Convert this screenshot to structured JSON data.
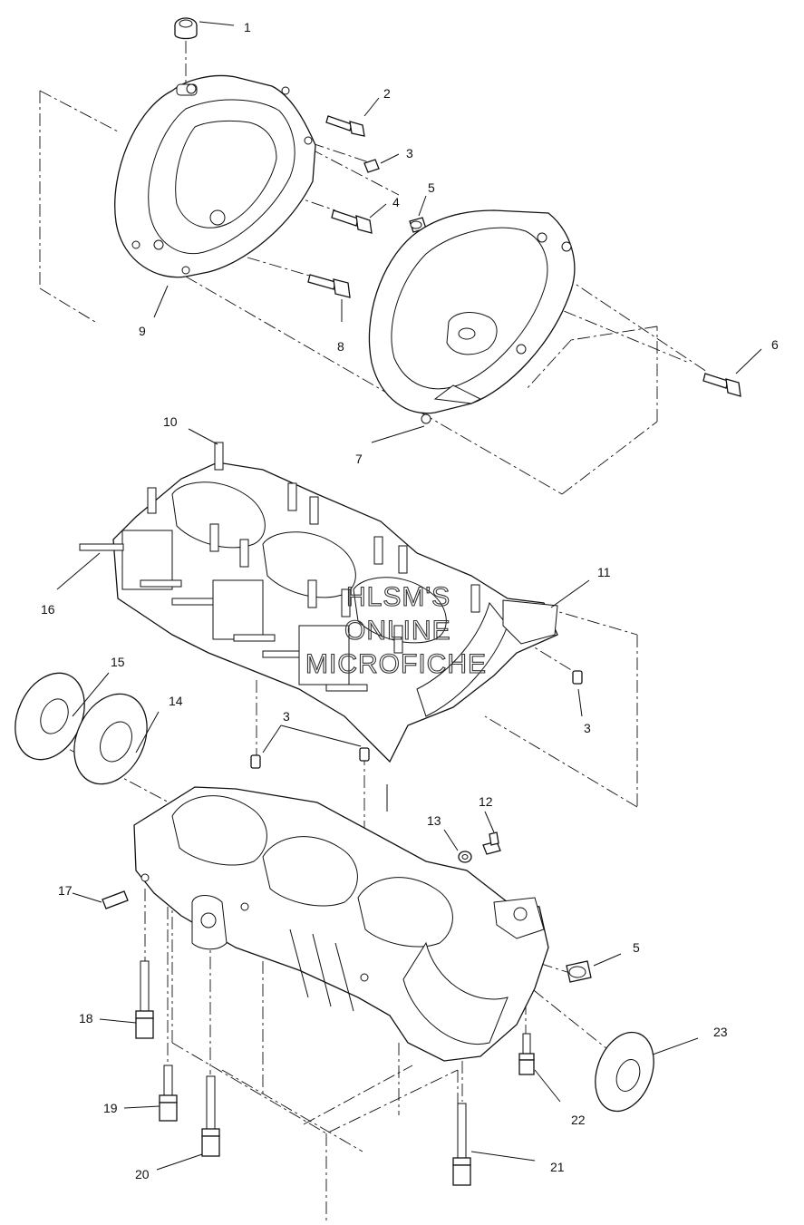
{
  "watermark": {
    "line1": "HLSM'S",
    "line2": "ONLINE",
    "line3": "MICROFICHE"
  },
  "callouts": [
    {
      "id": "1",
      "text": "1"
    },
    {
      "id": "2",
      "text": "2"
    },
    {
      "id": "3a",
      "text": "3"
    },
    {
      "id": "4",
      "text": "4"
    },
    {
      "id": "5a",
      "text": "5"
    },
    {
      "id": "6",
      "text": "6"
    },
    {
      "id": "7",
      "text": "7"
    },
    {
      "id": "8",
      "text": "8"
    },
    {
      "id": "9",
      "text": "9"
    },
    {
      "id": "10",
      "text": "10"
    },
    {
      "id": "11",
      "text": "11"
    },
    {
      "id": "16",
      "text": "16"
    },
    {
      "id": "15",
      "text": "15"
    },
    {
      "id": "14",
      "text": "14"
    },
    {
      "id": "3b",
      "text": "3"
    },
    {
      "id": "3c",
      "text": "3"
    },
    {
      "id": "12",
      "text": "12"
    },
    {
      "id": "13",
      "text": "13"
    },
    {
      "id": "17",
      "text": "17"
    },
    {
      "id": "5b",
      "text": "5"
    },
    {
      "id": "18",
      "text": "18"
    },
    {
      "id": "23",
      "text": "23"
    },
    {
      "id": "19",
      "text": "19"
    },
    {
      "id": "22",
      "text": "22"
    },
    {
      "id": "20",
      "text": "20"
    },
    {
      "id": "21",
      "text": "21"
    }
  ]
}
